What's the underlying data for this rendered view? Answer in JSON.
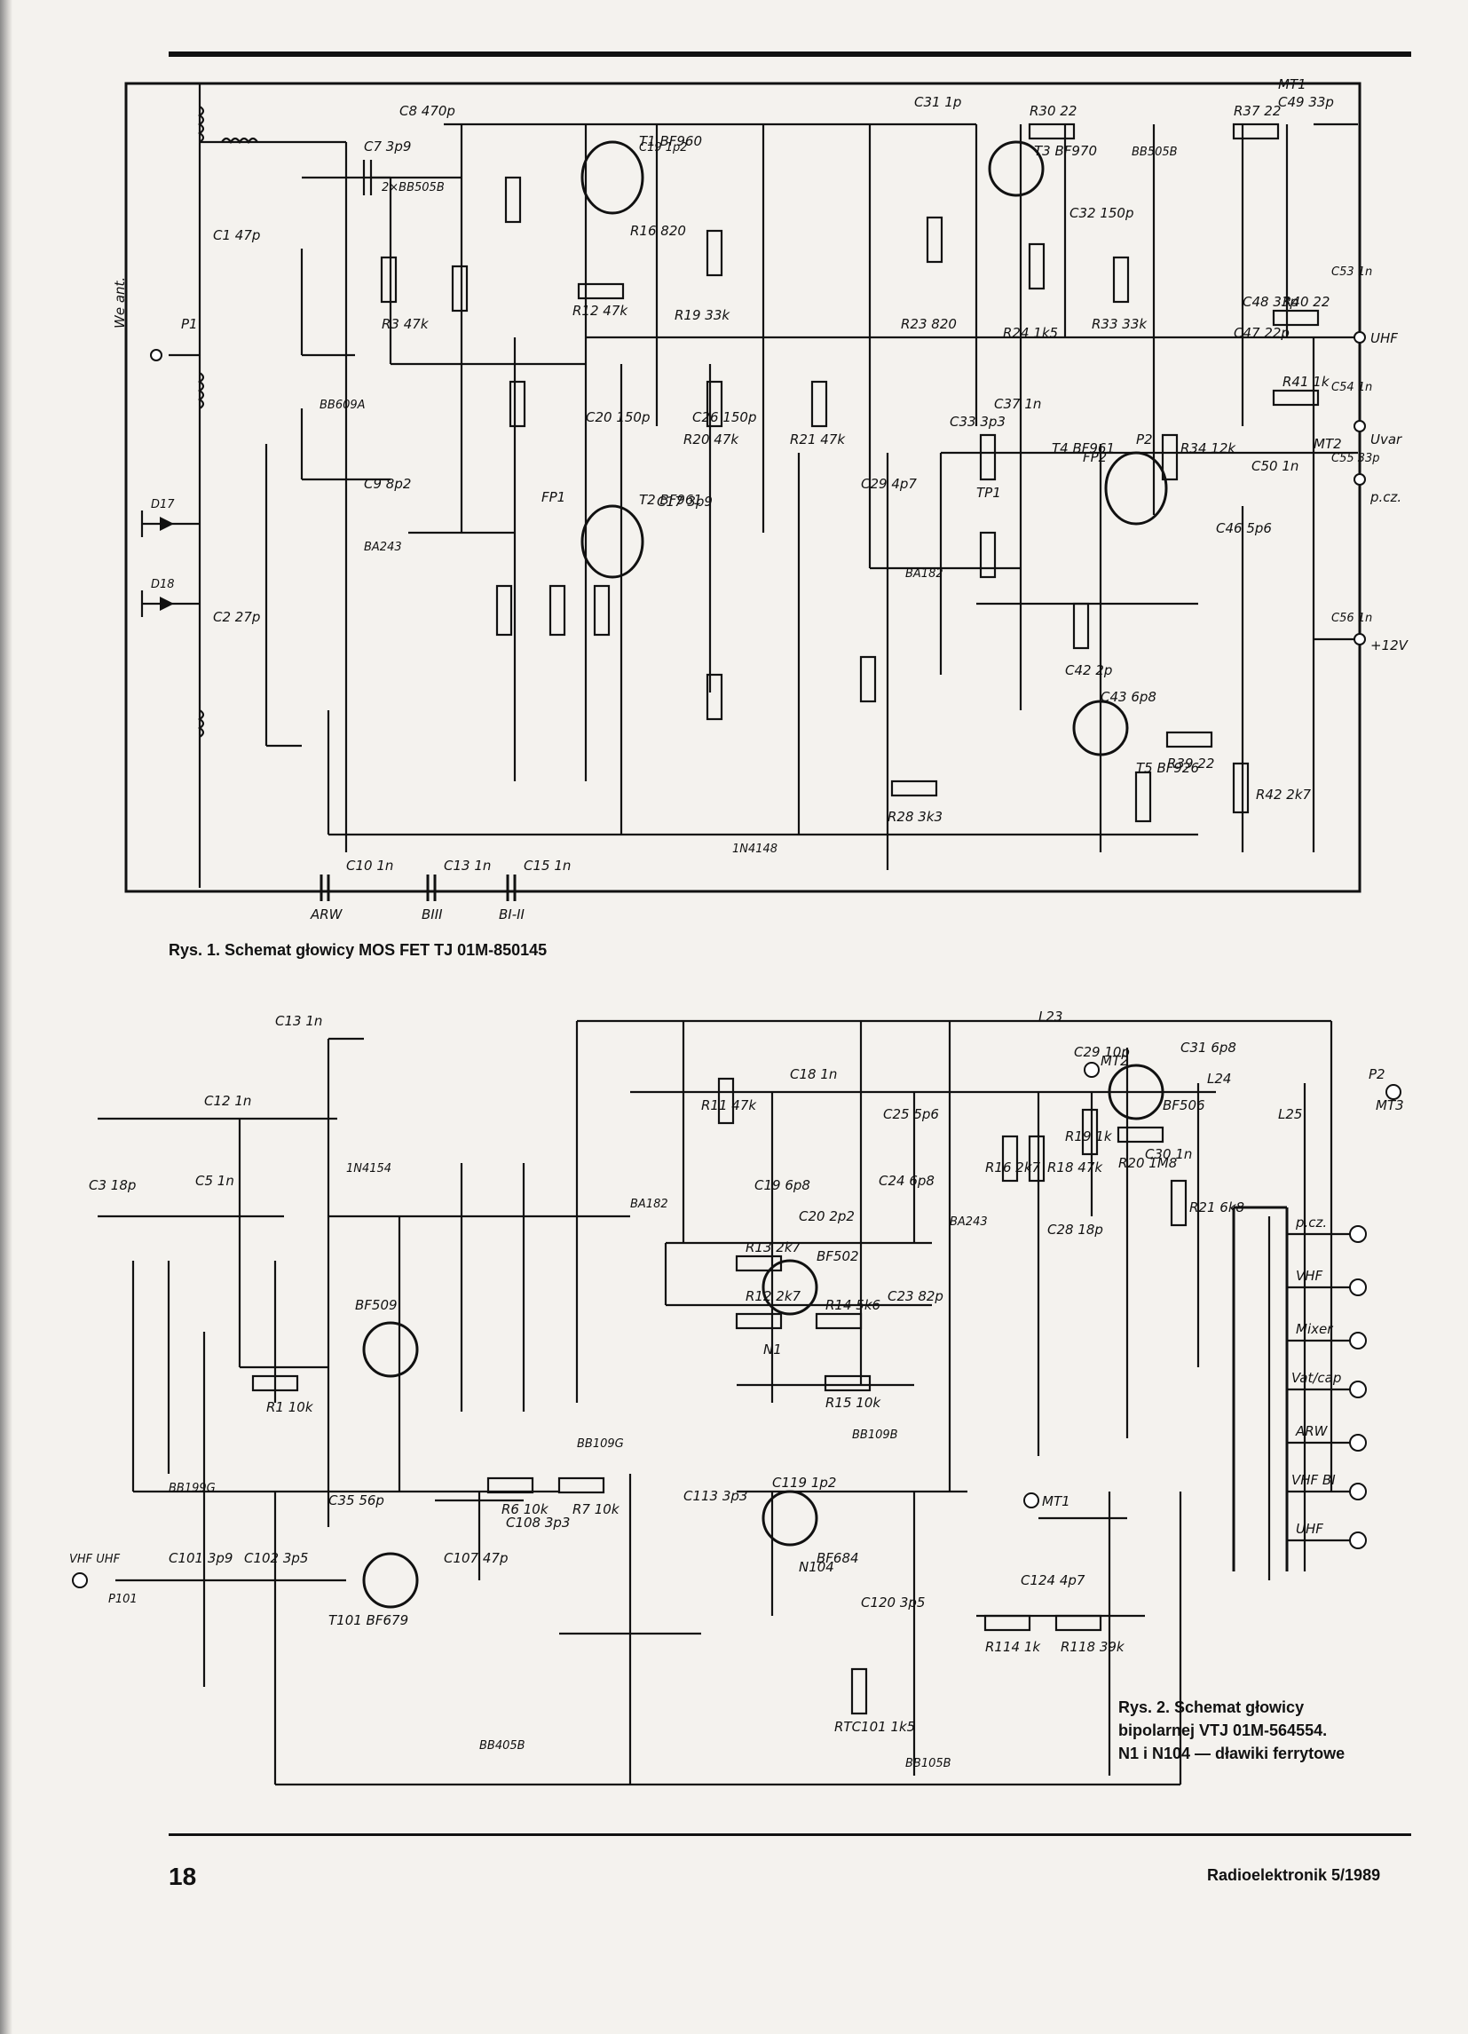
{
  "figure1": {
    "caption": "Rys. 1. Schemat głowicy MOS FET TJ 01M-850145",
    "ports": [
      "We ant.",
      "UHF",
      "Uvar",
      "p.cz.",
      "+12V",
      "ARW",
      "BIII",
      "BI-II"
    ],
    "transistors": [
      "T1 BF960",
      "T2 BF961",
      "T3 BF970",
      "T4 BF961",
      "T5 BF926"
    ],
    "diodes": [
      "2×BB505B",
      "BB609A",
      "BA243",
      "BA182",
      "1N4148",
      "BB505B"
    ],
    "labels": [
      "C1 47p",
      "C2 27p",
      "C7 3p9",
      "C8 470p",
      "C9 8p2",
      "C10 1n",
      "C13 1n",
      "C15 1n",
      "C17 3p9",
      "C19 1p2",
      "C20 150p",
      "C26 150p",
      "C29 4p7",
      "C31 1p",
      "C32 150p",
      "C33 3p3",
      "C37 1n",
      "C42 2p",
      "C43 6p8",
      "C46 5p6",
      "C47 22p",
      "C48 33p",
      "C49 33p",
      "C50 1n",
      "C53 1n",
      "C54 1n",
      "C55 33p",
      "C56 1n",
      "R3 47k",
      "R12 47k",
      "R16 820",
      "R19 33k",
      "R20 47k",
      "R21 47k",
      "R23 820",
      "R24 1k5",
      "R28 3k3",
      "R30 22",
      "R33 33k",
      "R34 12k",
      "R37 22",
      "R39 22",
      "R40 22",
      "R41 1k",
      "R42 2k7",
      "MT1",
      "MT2",
      "TP1",
      "FP1",
      "FP2",
      "P1",
      "P2"
    ]
  },
  "figure2": {
    "caption_lines": [
      "Rys. 2. Schemat głowicy",
      "bipolarnej VTJ 01M-564554.",
      "N1 i N104 — dławiki ferrytowe"
    ],
    "ports": [
      "p.cz.",
      "VHF",
      "Mixer",
      "Vat/cap",
      "ARW",
      "VHF BI",
      "UHF",
      "MT1",
      "MT2",
      "MT3",
      "VHF UHF",
      "P101",
      "P2"
    ],
    "transistors": [
      "BF509",
      "BF502",
      "BF506",
      "T101 BF679",
      "BF684"
    ],
    "diodes": [
      "1N4154",
      "BA182",
      "BA243",
      "BB109B",
      "BB109G",
      "BB105B",
      "BB405B",
      "BB199G"
    ],
    "labels": [
      "C3 18p",
      "C5 1n",
      "C12 1n",
      "C13 1n",
      "C18 1n",
      "C19 6p8",
      "C20 2p2",
      "C23 82p",
      "C24 6p8",
      "C25 5p6",
      "C28 18p",
      "C29 10p",
      "C30 1n",
      "C31 6p8",
      "C35 56p",
      "C101 3p9",
      "C102 3p5",
      "C107 47p",
      "C108 3p3",
      "C113 3p3",
      "C119 1p2",
      "C120 3p5",
      "C124 4p7",
      "R1 10k",
      "R6 10k",
      "R7 10k",
      "R11 47k",
      "R12 2k7",
      "R13 2k7",
      "R14 5k6",
      "R15 10k",
      "R16 2k7",
      "R18 47k",
      "R19 1k",
      "R20 1M8",
      "R21 6k8",
      "R114 1k",
      "R118 39k",
      "RTC101 1k5",
      "L23",
      "L24",
      "L25",
      "N1",
      "N104"
    ]
  },
  "footer": {
    "page_number": "18",
    "magazine": "Radioelektronik 5/1989"
  }
}
